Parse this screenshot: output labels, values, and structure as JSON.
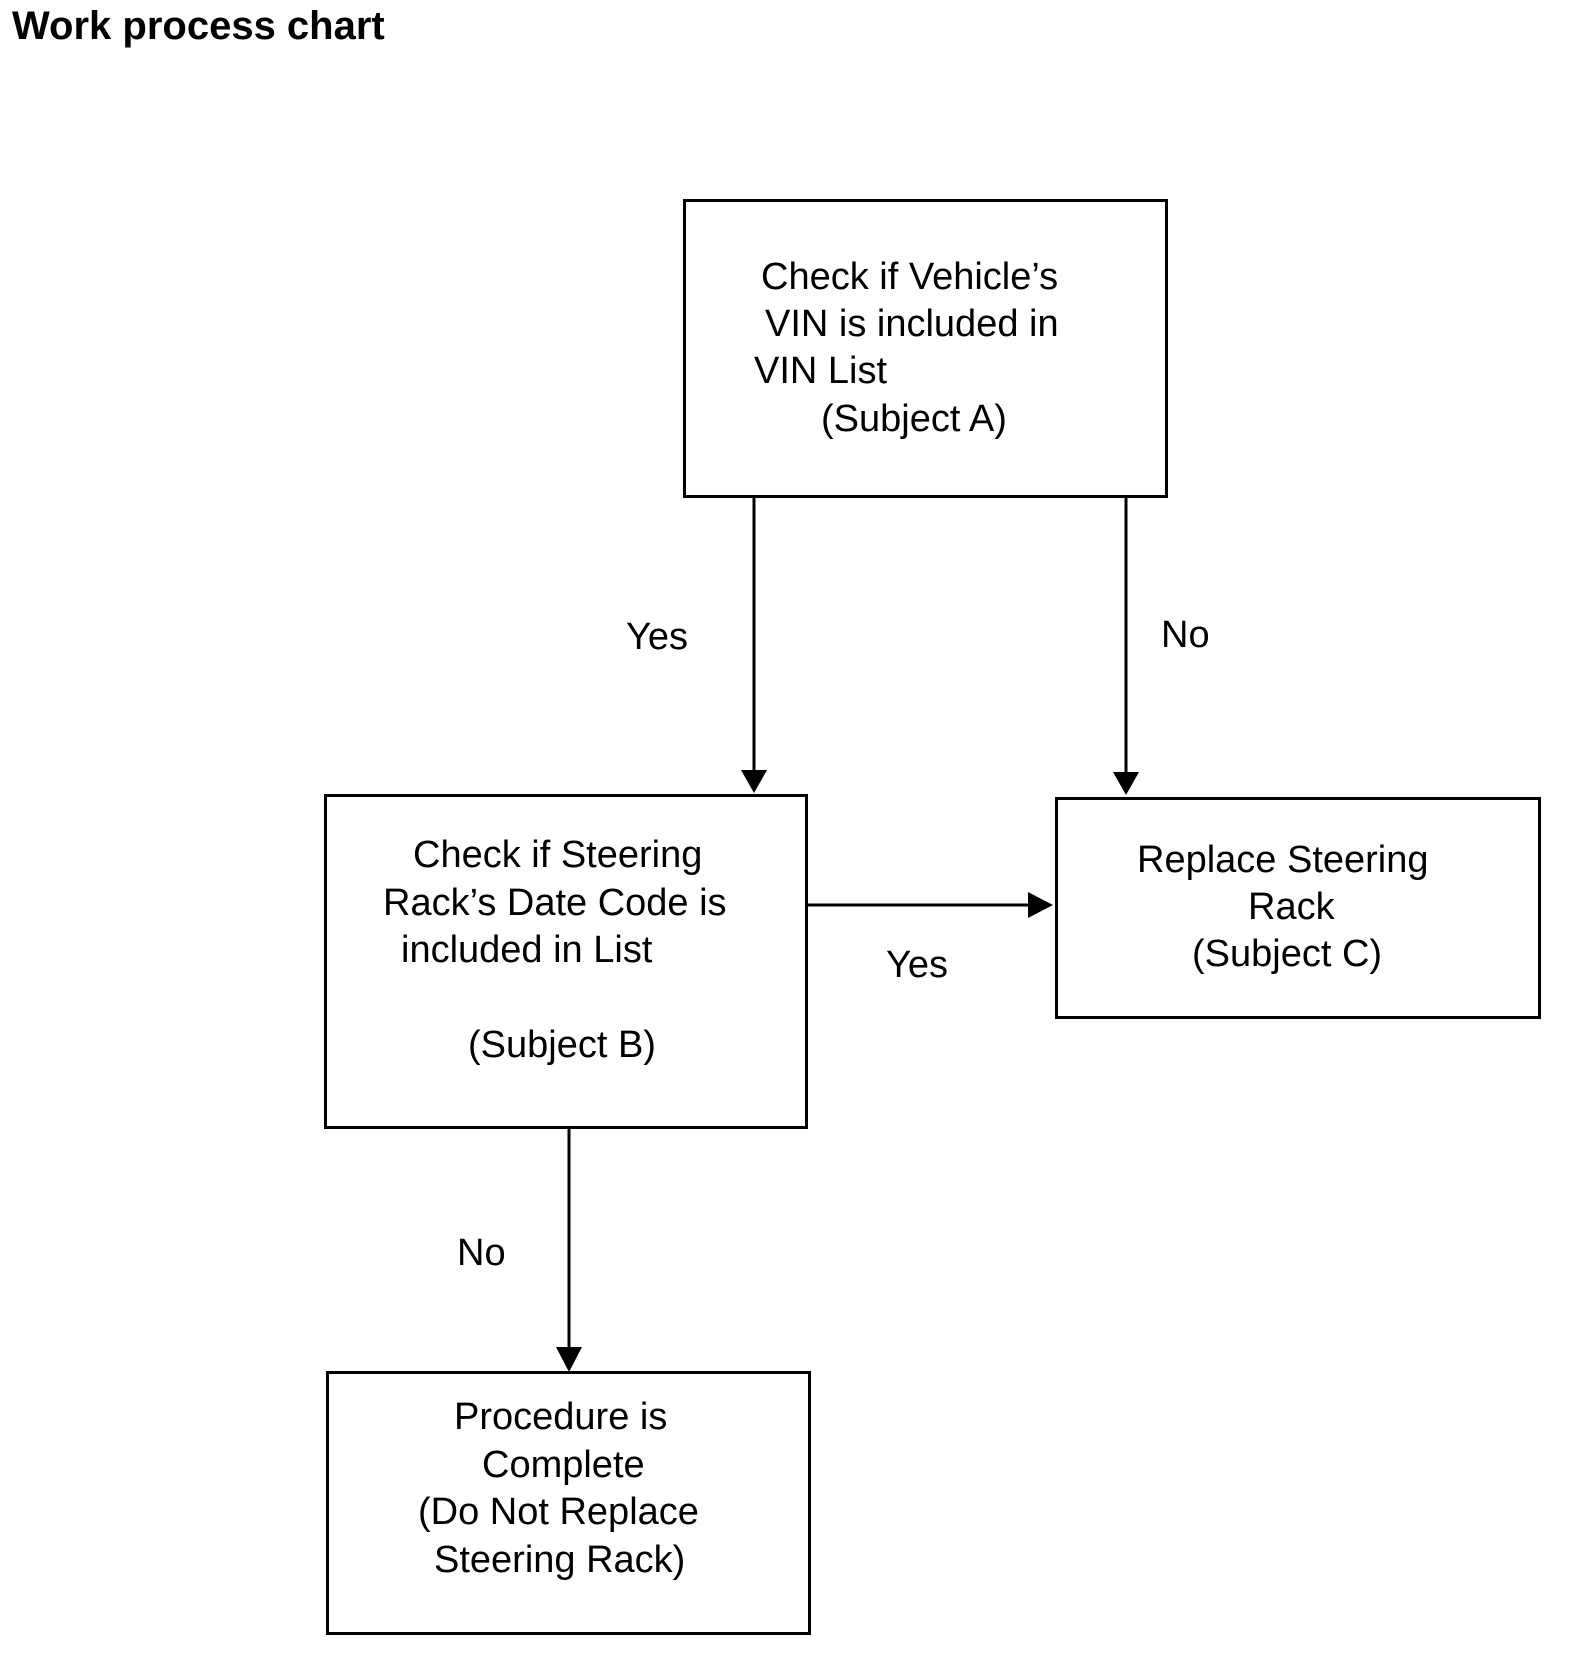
{
  "title": "Work process chart",
  "nodes": {
    "subject_a": {
      "lines": [
        "Check if Vehicle’s",
        "VIN is included in",
        "VIN List",
        "(Subject A)"
      ]
    },
    "subject_b": {
      "lines": [
        "Check if Steering",
        "Rack’s Date Code is",
        "included in List",
        "(Subject B)"
      ]
    },
    "subject_c": {
      "lines": [
        "Replace Steering",
        "Rack",
        "(Subject C)"
      ]
    },
    "complete": {
      "lines": [
        "Procedure is",
        "Complete",
        "(Do Not Replace",
        "Steering Rack)"
      ]
    }
  },
  "edges": [
    {
      "from": "subject_a",
      "to": "subject_b",
      "label": "Yes"
    },
    {
      "from": "subject_a",
      "to": "subject_c",
      "label": "No"
    },
    {
      "from": "subject_b",
      "to": "subject_c",
      "label": "Yes"
    },
    {
      "from": "subject_b",
      "to": "complete",
      "label": "No"
    }
  ]
}
